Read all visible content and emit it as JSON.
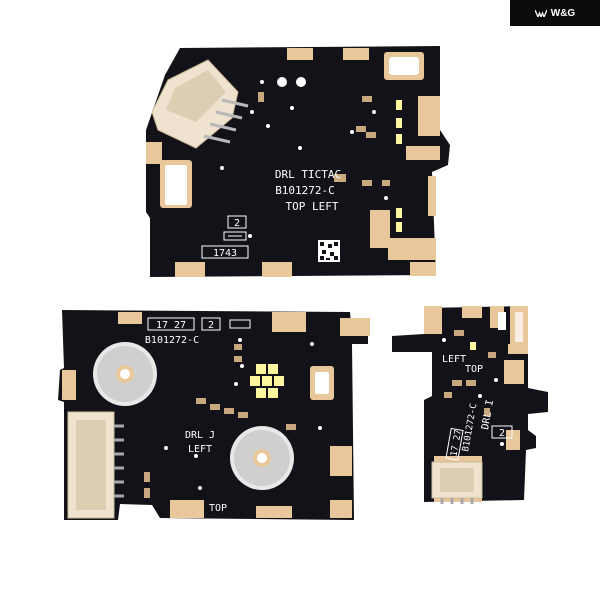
{
  "watermark": {
    "text": "W&G",
    "bg_color": "#0b0b0b"
  },
  "colors": {
    "board": "#141219",
    "pad": "#e8c79a",
    "silk": "#ffffff",
    "connector": "#efe3cf",
    "led": "#fff6a0"
  },
  "board_top": {
    "line1": "DRL TICTAC",
    "line2": "B101272-C",
    "line3": "TOP LEFT",
    "box_num": "2",
    "date_code": "1743"
  },
  "board_left": {
    "date_code": "17 27",
    "box_num": "2",
    "part_no": "B101272-C",
    "drl_label": "DRL J",
    "left_label": "LEFT",
    "top_label": "TOP"
  },
  "board_right": {
    "left_label": "LEFT",
    "top_label": "TOP",
    "part_no": "B101272-C",
    "date_code": "17 27",
    "drl_label": "DRL I",
    "box_num": "2"
  }
}
